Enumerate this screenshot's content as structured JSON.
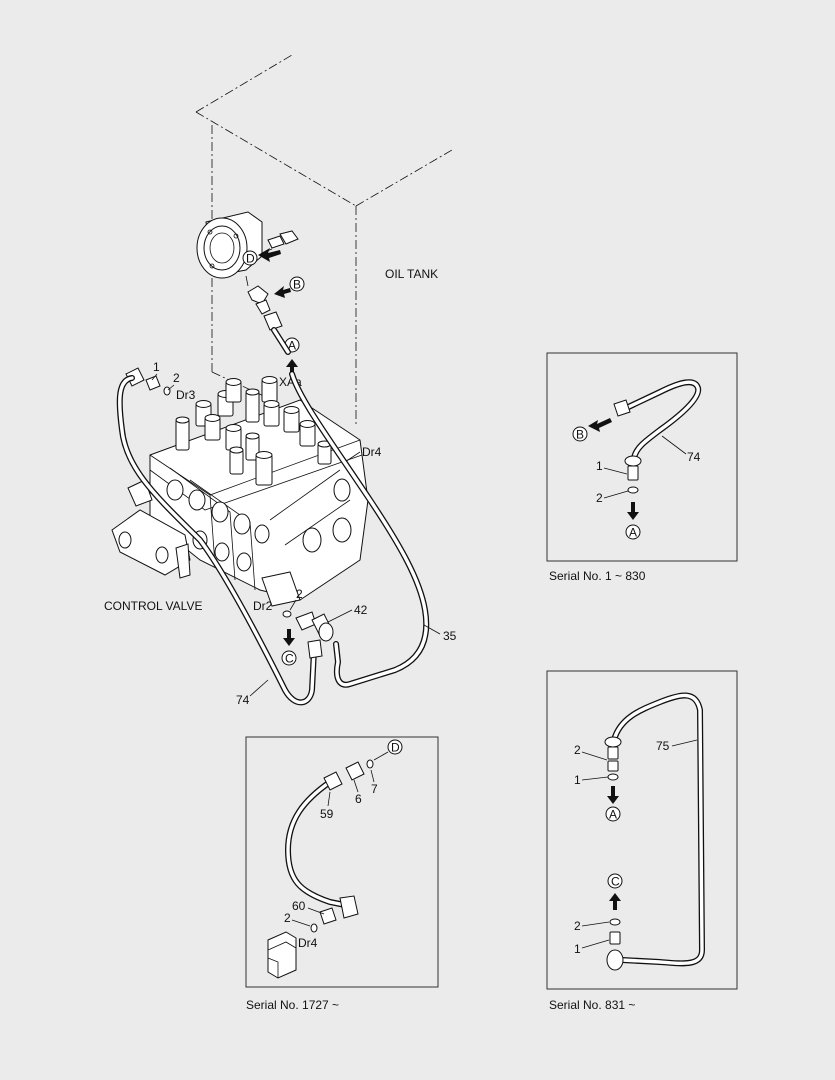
{
  "labels": {
    "oil_tank": "OIL TANK",
    "control_valve": "CONTROL VALVE",
    "xaa": "XAa",
    "dr2": "Dr2",
    "dr3": "Dr3",
    "dr4_main": "Dr4",
    "dr4_inset": "Dr4"
  },
  "markers": {
    "a": "A",
    "b": "B",
    "c": "C",
    "d": "D"
  },
  "part_numbers": {
    "p1": "1",
    "p2": "2",
    "p6": "6",
    "p7": "7",
    "p35": "35",
    "p42": "42",
    "p59": "59",
    "p60": "60",
    "p74": "74",
    "p75": "75"
  },
  "insets": {
    "serial_1_830": "Serial No. 1 ~ 830",
    "serial_831": "Serial No. 831 ~",
    "serial_1727": "Serial No. 1727 ~"
  }
}
